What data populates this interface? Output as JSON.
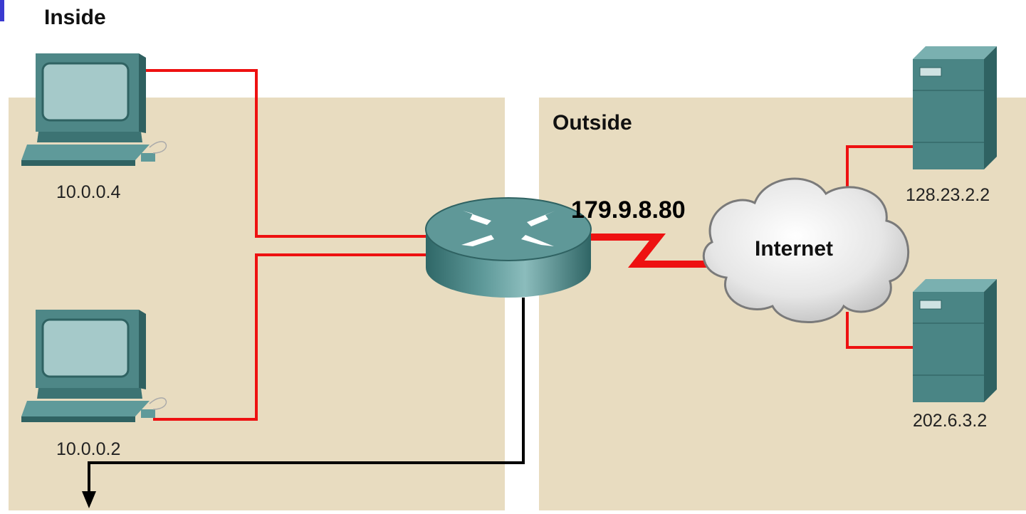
{
  "zones": {
    "inside": {
      "title": "Inside"
    },
    "outside": {
      "title": "Outside"
    }
  },
  "hosts": [
    {
      "ip": "10.0.0.4"
    },
    {
      "ip": "10.0.0.2"
    }
  ],
  "servers": [
    {
      "ip": "128.23.2.2"
    },
    {
      "ip": "202.6.3.2"
    }
  ],
  "router": {
    "wan_ip": "179.9.8.80"
  },
  "cloud": {
    "label": "Internet"
  },
  "colors": {
    "zone_fill": "#e8dcc0",
    "link": "#ee1111",
    "egress": "#000000",
    "device": "#4a8a8a",
    "accent": "#3a3ad0"
  }
}
